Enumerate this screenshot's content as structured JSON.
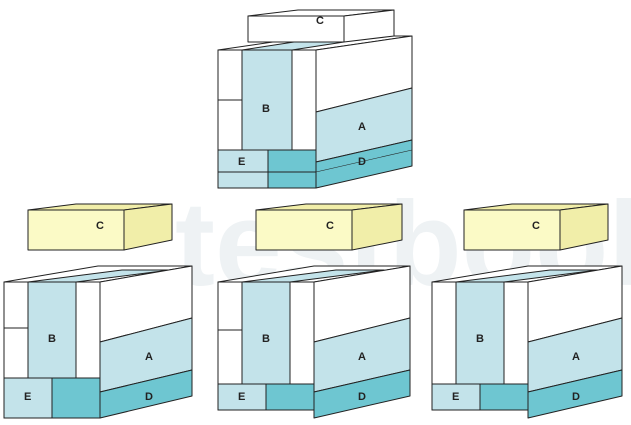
{
  "watermark": {
    "text": "testbook"
  },
  "labels": {
    "A": "A",
    "B": "B",
    "C": "C",
    "D": "D",
    "E": "E"
  },
  "colors": {
    "block_light": "#c3e3ea",
    "block_dark": "#6ec6d1",
    "block_white": "#ffffff",
    "top_yellow": "#fbfac6",
    "top_yellow_side": "#f1eea9",
    "stroke": "#222222",
    "watermark": "#eef2f4"
  },
  "figures": [
    {
      "role": "question",
      "top_block_label": "C",
      "top_block_color": "white"
    },
    {
      "role": "option",
      "top_block_label": "C",
      "top_block_color": "yellow"
    },
    {
      "role": "option",
      "top_block_label": "C",
      "top_block_color": "yellow"
    },
    {
      "role": "option",
      "top_block_label": "C",
      "top_block_color": "yellow"
    }
  ]
}
